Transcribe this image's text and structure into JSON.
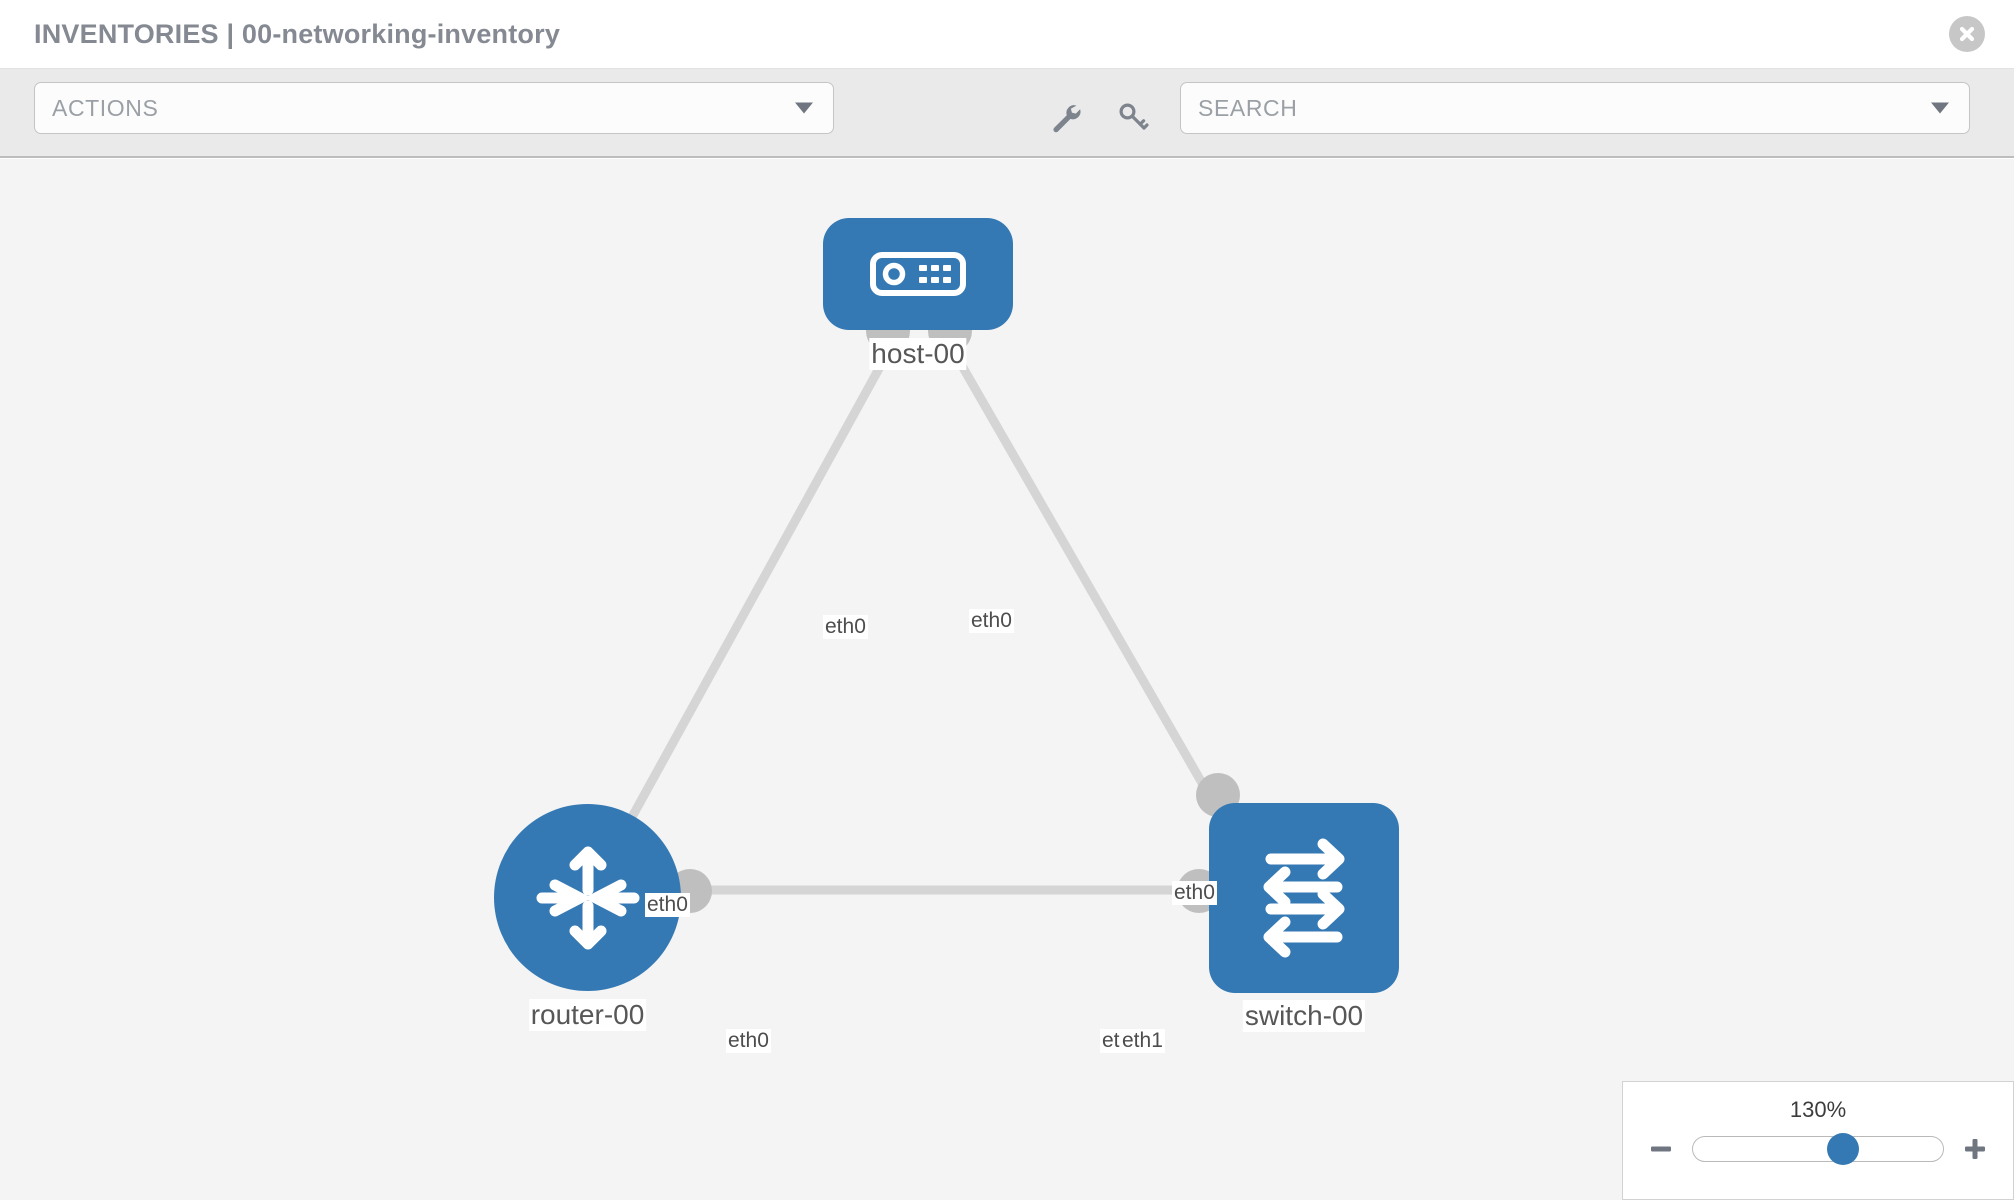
{
  "header": {
    "title": "INVENTORIES | 00-networking-inventory",
    "close_icon": "close-circle-icon"
  },
  "toolbar": {
    "actions_label": "ACTIONS",
    "actions_caret_icon": "chevron-down-icon",
    "wrench_icon": "wrench-icon",
    "key_icon": "key-icon",
    "search_placeholder": "SEARCH",
    "search_caret_icon": "chevron-down-icon"
  },
  "topology": {
    "nodes": [
      {
        "id": "host-00",
        "label": "host-00",
        "type": "host",
        "icon": "server-icon",
        "shape": "rounded-square",
        "color": "#3579b4"
      },
      {
        "id": "router-00",
        "label": "router-00",
        "type": "router",
        "icon": "router-arrows-icon",
        "shape": "circle",
        "color": "#3579b4"
      },
      {
        "id": "switch-00",
        "label": "switch-00",
        "type": "switch",
        "icon": "switch-arrows-icon",
        "shape": "rounded-square",
        "color": "#3579b4"
      }
    ],
    "interface_labels": [
      {
        "id": "host-left",
        "text": "eth0"
      },
      {
        "id": "host-right",
        "text": "eth0"
      },
      {
        "id": "router-up",
        "text": "eth0"
      },
      {
        "id": "switch-up",
        "text": "eth0"
      },
      {
        "id": "router-right",
        "text": "eth0"
      },
      {
        "id": "switch-left-a",
        "text": "eth0"
      },
      {
        "id": "switch-left-b",
        "text": "eth1"
      }
    ],
    "links": [
      {
        "from": "router-00",
        "to": "host-00"
      },
      {
        "from": "host-00",
        "to": "switch-00"
      },
      {
        "from": "router-00",
        "to": "switch-00"
      }
    ],
    "link_color": "#d5d5d5"
  },
  "zoom_control": {
    "value_label": "130%",
    "minus_icon": "minus-icon",
    "plus_icon": "plus-icon",
    "slider_percent": 60
  }
}
